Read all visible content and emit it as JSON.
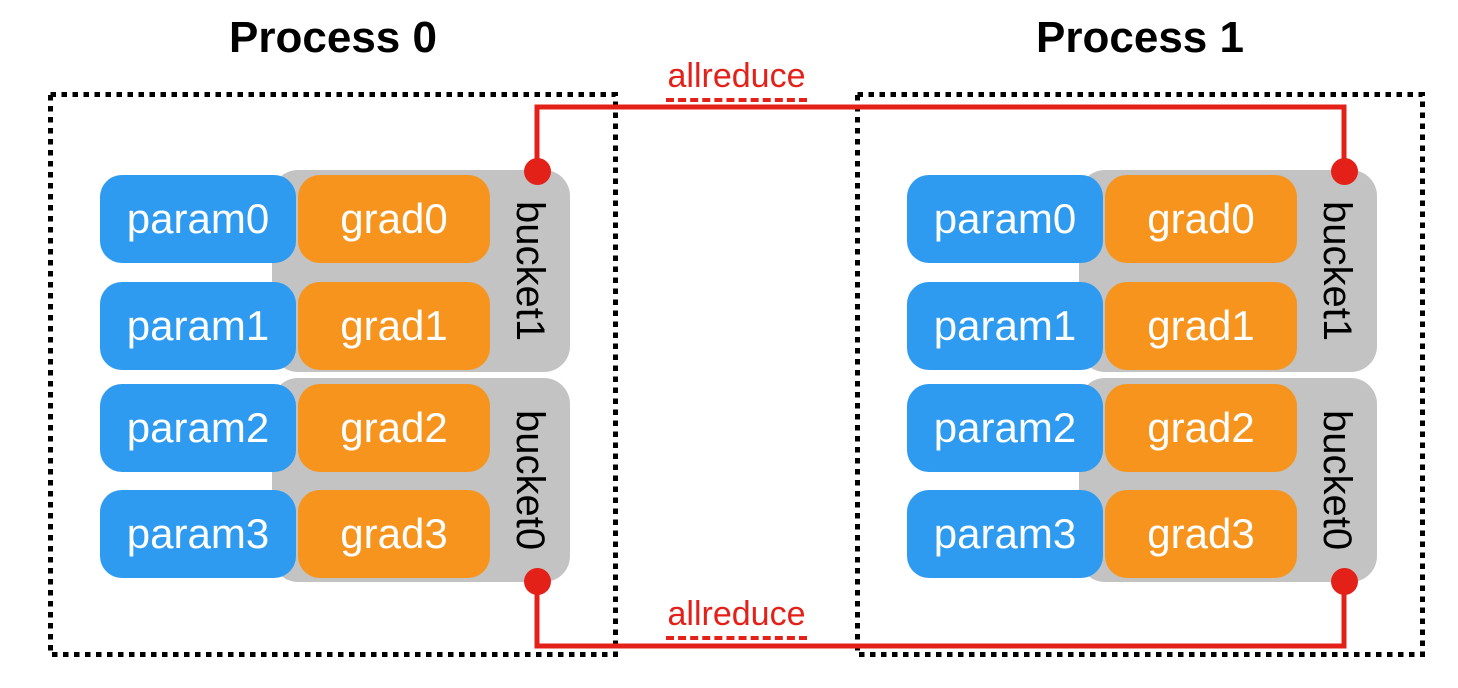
{
  "diagram": {
    "topic": "distributed gradient bucketing allreduce",
    "colors": {
      "param_fill": "#2E9BF0",
      "grad_fill": "#F7941E",
      "bucket_fill": "#C3C3C3",
      "connector_red": "#E32119",
      "border_black": "#000000",
      "chip_text": "#FFFFFF",
      "background": "#FFFFFF"
    }
  },
  "processes": [
    {
      "title": "Process 0",
      "buckets": [
        {
          "label": "bucket1",
          "rows": [
            {
              "param": "param0",
              "grad": "grad0"
            },
            {
              "param": "param1",
              "grad": "grad1"
            }
          ]
        },
        {
          "label": "bucket0",
          "rows": [
            {
              "param": "param2",
              "grad": "grad2"
            },
            {
              "param": "param3",
              "grad": "grad3"
            }
          ]
        }
      ]
    },
    {
      "title": "Process 1",
      "buckets": [
        {
          "label": "bucket1",
          "rows": [
            {
              "param": "param0",
              "grad": "grad0"
            },
            {
              "param": "param1",
              "grad": "grad1"
            }
          ]
        },
        {
          "label": "bucket0",
          "rows": [
            {
              "param": "param2",
              "grad": "grad2"
            },
            {
              "param": "param3",
              "grad": "grad3"
            }
          ]
        }
      ]
    }
  ],
  "connections": {
    "top": {
      "label": "allreduce",
      "connects": "bucket1 of Process 0 and Process 1"
    },
    "bottom": {
      "label": "allreduce",
      "connects": "bucket0 of Process 0 and Process 1"
    }
  }
}
